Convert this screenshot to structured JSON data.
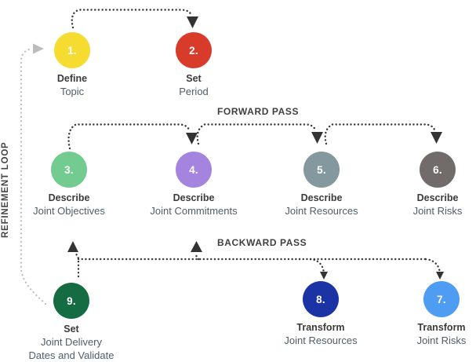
{
  "diagram": {
    "background": "#ffffff",
    "labels": {
      "forward_pass": "FORWARD PASS",
      "backward_pass": "BACKWARD PASS",
      "refinement_loop": "REFINEMENT LOOP"
    },
    "colors": {
      "connector": "#3a3a3a",
      "arrow": "#333333",
      "loop": "#bcbcbc",
      "step_number": "#ffffff"
    },
    "steps": [
      {
        "number": "1.",
        "action": "Define",
        "object": "Topic",
        "color": "#f6dc30"
      },
      {
        "number": "2.",
        "action": "Set",
        "object": "Period",
        "color": "#d93b2b"
      },
      {
        "number": "3.",
        "action": "Describe",
        "object": "Joint Objectives",
        "color": "#72cb8f"
      },
      {
        "number": "4.",
        "action": "Describe",
        "object": "Joint Commitments",
        "color": "#a584df"
      },
      {
        "number": "5.",
        "action": "Describe",
        "object": "Joint Resources",
        "color": "#84989f"
      },
      {
        "number": "6.",
        "action": "Describe",
        "object": "Joint Risks",
        "color": "#716c69"
      },
      {
        "number": "7.",
        "action": "Transform",
        "object": "Joint Risks",
        "color": "#4f9cf3"
      },
      {
        "number": "8.",
        "action": "Transform",
        "object": "Joint Resources",
        "color": "#1c33a5"
      },
      {
        "number": "9.",
        "action": "Set",
        "object": "Joint Delivery\nDates and Validate",
        "color": "#156b42"
      }
    ]
  }
}
